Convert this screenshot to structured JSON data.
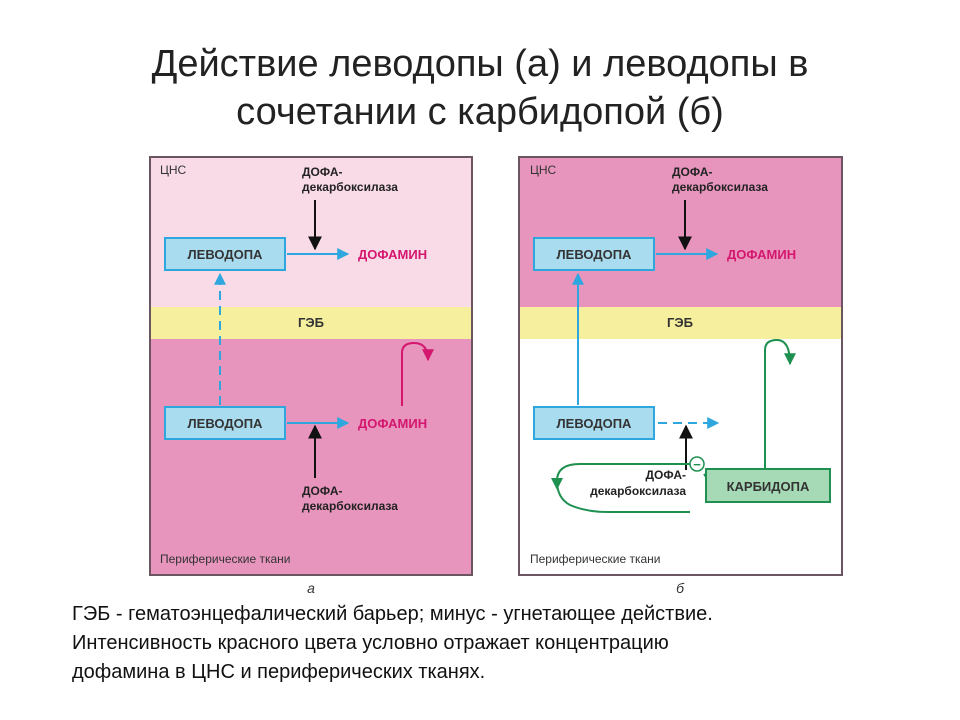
{
  "title": {
    "line1": "Действие леводопы (а) и леводопы в",
    "line2": "сочетании с карбидопой (б)"
  },
  "colors": {
    "cns_light": "#f8dbe7",
    "peripheral_pink": "#e795bd",
    "cns_pink_b": "#e795bd",
    "bbb_yellow": "#f6ef9e",
    "box_blue": "#a9dcef",
    "arrow_blue": "#2da7de",
    "dopamine_magenta": "#d4166e",
    "carbidopa_green": "#1e9150",
    "carbidopa_box": "#a6d9b5"
  },
  "panels": {
    "a": {
      "cns_label": "ЦНС",
      "enzyme_top_line1": "ДОФА-",
      "enzyme_top_line2": "декарбоксилаза",
      "levodopa_top": "ЛЕВОДОПА",
      "dopamine_top": "ДОФАМИН",
      "bbb_label": "ГЭБ",
      "levodopa_bottom": "ЛЕВОДОПА",
      "dopamine_bottom": "ДОФАМИН",
      "enzyme_bottom_line1": "ДОФА-",
      "enzyme_bottom_line2": "декарбоксилаза",
      "peripheral_label": "Периферические ткани",
      "panel_letter": "а"
    },
    "b": {
      "cns_label": "ЦНС",
      "enzyme_top_line1": "ДОФА-",
      "enzyme_top_line2": "декарбоксилаза",
      "levodopa_top": "ЛЕВОДОПА",
      "dopamine_top": "ДОФАМИН",
      "bbb_label": "ГЭБ",
      "levodopa_bottom": "ЛЕВОДОПА",
      "enzyme_bottom_line1": "ДОФА-",
      "enzyme_bottom_line2": "декарбоксилаза",
      "carbidopa": "КАРБИДОПА",
      "minus": "−",
      "peripheral_label": "Периферические ткани",
      "panel_letter": "б"
    }
  },
  "caption": {
    "line1": "ГЭБ - гематоэнцефалический барьер; минус - угнетающее действие.",
    "line2": "Интенсивность красного цвета условно отражает концентрацию",
    "line3": "дофамина в ЦНС и периферических тканях."
  }
}
